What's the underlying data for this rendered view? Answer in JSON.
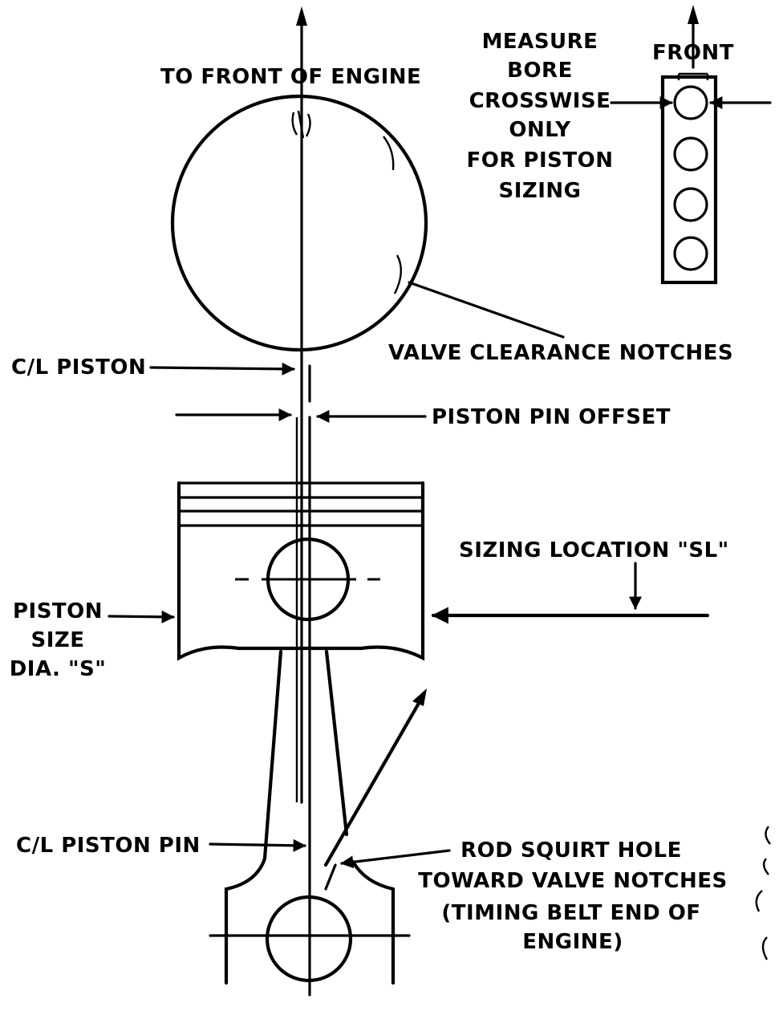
{
  "labels": {
    "to_front_of_engine": "TO FRONT OF ENGINE",
    "measure_bore": [
      "MEASURE",
      "BORE",
      "CROSSWISE",
      "ONLY",
      "FOR PISTON",
      "SIZING"
    ],
    "front": "FRONT",
    "valve_clearance_notches": "VALVE CLEARANCE NOTCHES",
    "cl_piston": "C/L PISTON",
    "piston_pin_offset": "PISTON PIN OFFSET",
    "sizing_location": "SIZING LOCATION \"SL\"",
    "piston_size": [
      "PISTON",
      "SIZE",
      "DIA. \"S\""
    ],
    "cl_piston_pin": "C/L PISTON PIN",
    "rod_squirt_hole": [
      "ROD SQUIRT HOLE",
      "TOWARD VALVE NOTCHES",
      "(TIMING BELT  END OF",
      "ENGINE)"
    ]
  },
  "block": {
    "cylinder_count": 4
  }
}
